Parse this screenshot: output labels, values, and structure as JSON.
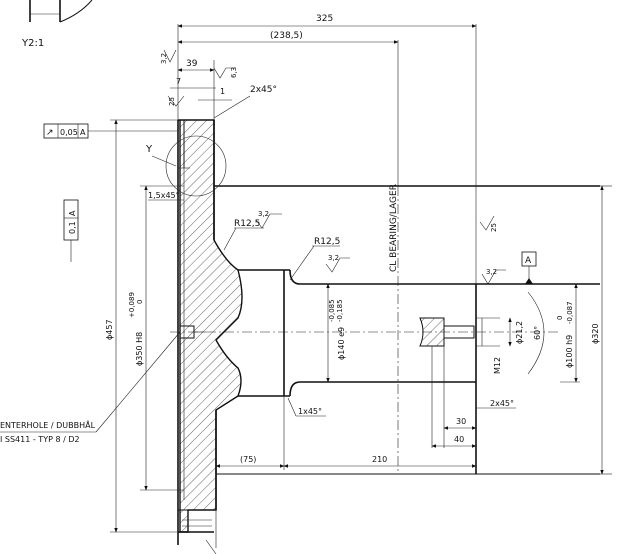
{
  "detail": {
    "scale_label": "Y2:1",
    "view_label": "Y"
  },
  "dimensions": {
    "overall_length": "325",
    "ref_length": "(238,5)",
    "flange_39": "39",
    "offset_7": "7",
    "step_1": "1",
    "ref_75": "(75)",
    "len_210": "210",
    "len_30": "30",
    "len_40": "40"
  },
  "chamfers": {
    "flange_top": "2x45°",
    "flange_inner": "1,5x45°",
    "shoulder": "1x45°",
    "shaft_end": "2x45°"
  },
  "radii": {
    "r_upper": "R12,5",
    "r_lower": "R12,5"
  },
  "surface_finish": {
    "s32": "3,2",
    "s63": "6,3",
    "s25": "25"
  },
  "tolerances": {
    "runout_symbol": "↗",
    "runout_flange": "0,05",
    "runout_datum": "A",
    "runout_side": "0,1",
    "runout_side_datum": "A"
  },
  "datum": {
    "label": "A"
  },
  "diameters": {
    "d457": "ϕ457",
    "d350": "ϕ350 H8",
    "d350_tol_up": "+0,089",
    "d350_tol_lo": "0",
    "d140": "ϕ140 e9",
    "d140_tol_up": "-0,085",
    "d140_tol_lo": "-0,185",
    "d100": "ϕ100 h9",
    "d100_tol_up": "0",
    "d100_tol_lo": "-0,087",
    "d320": "ϕ320",
    "d21": "ϕ21,2",
    "thread": "M12",
    "angle": "60°"
  },
  "bearing": {
    "label": "CL BEARING/LAGER"
  },
  "note": {
    "line1": "ENTERHOLE / DUBBHÅL",
    "line2": "I SS411 - TYP 8 / D2"
  }
}
